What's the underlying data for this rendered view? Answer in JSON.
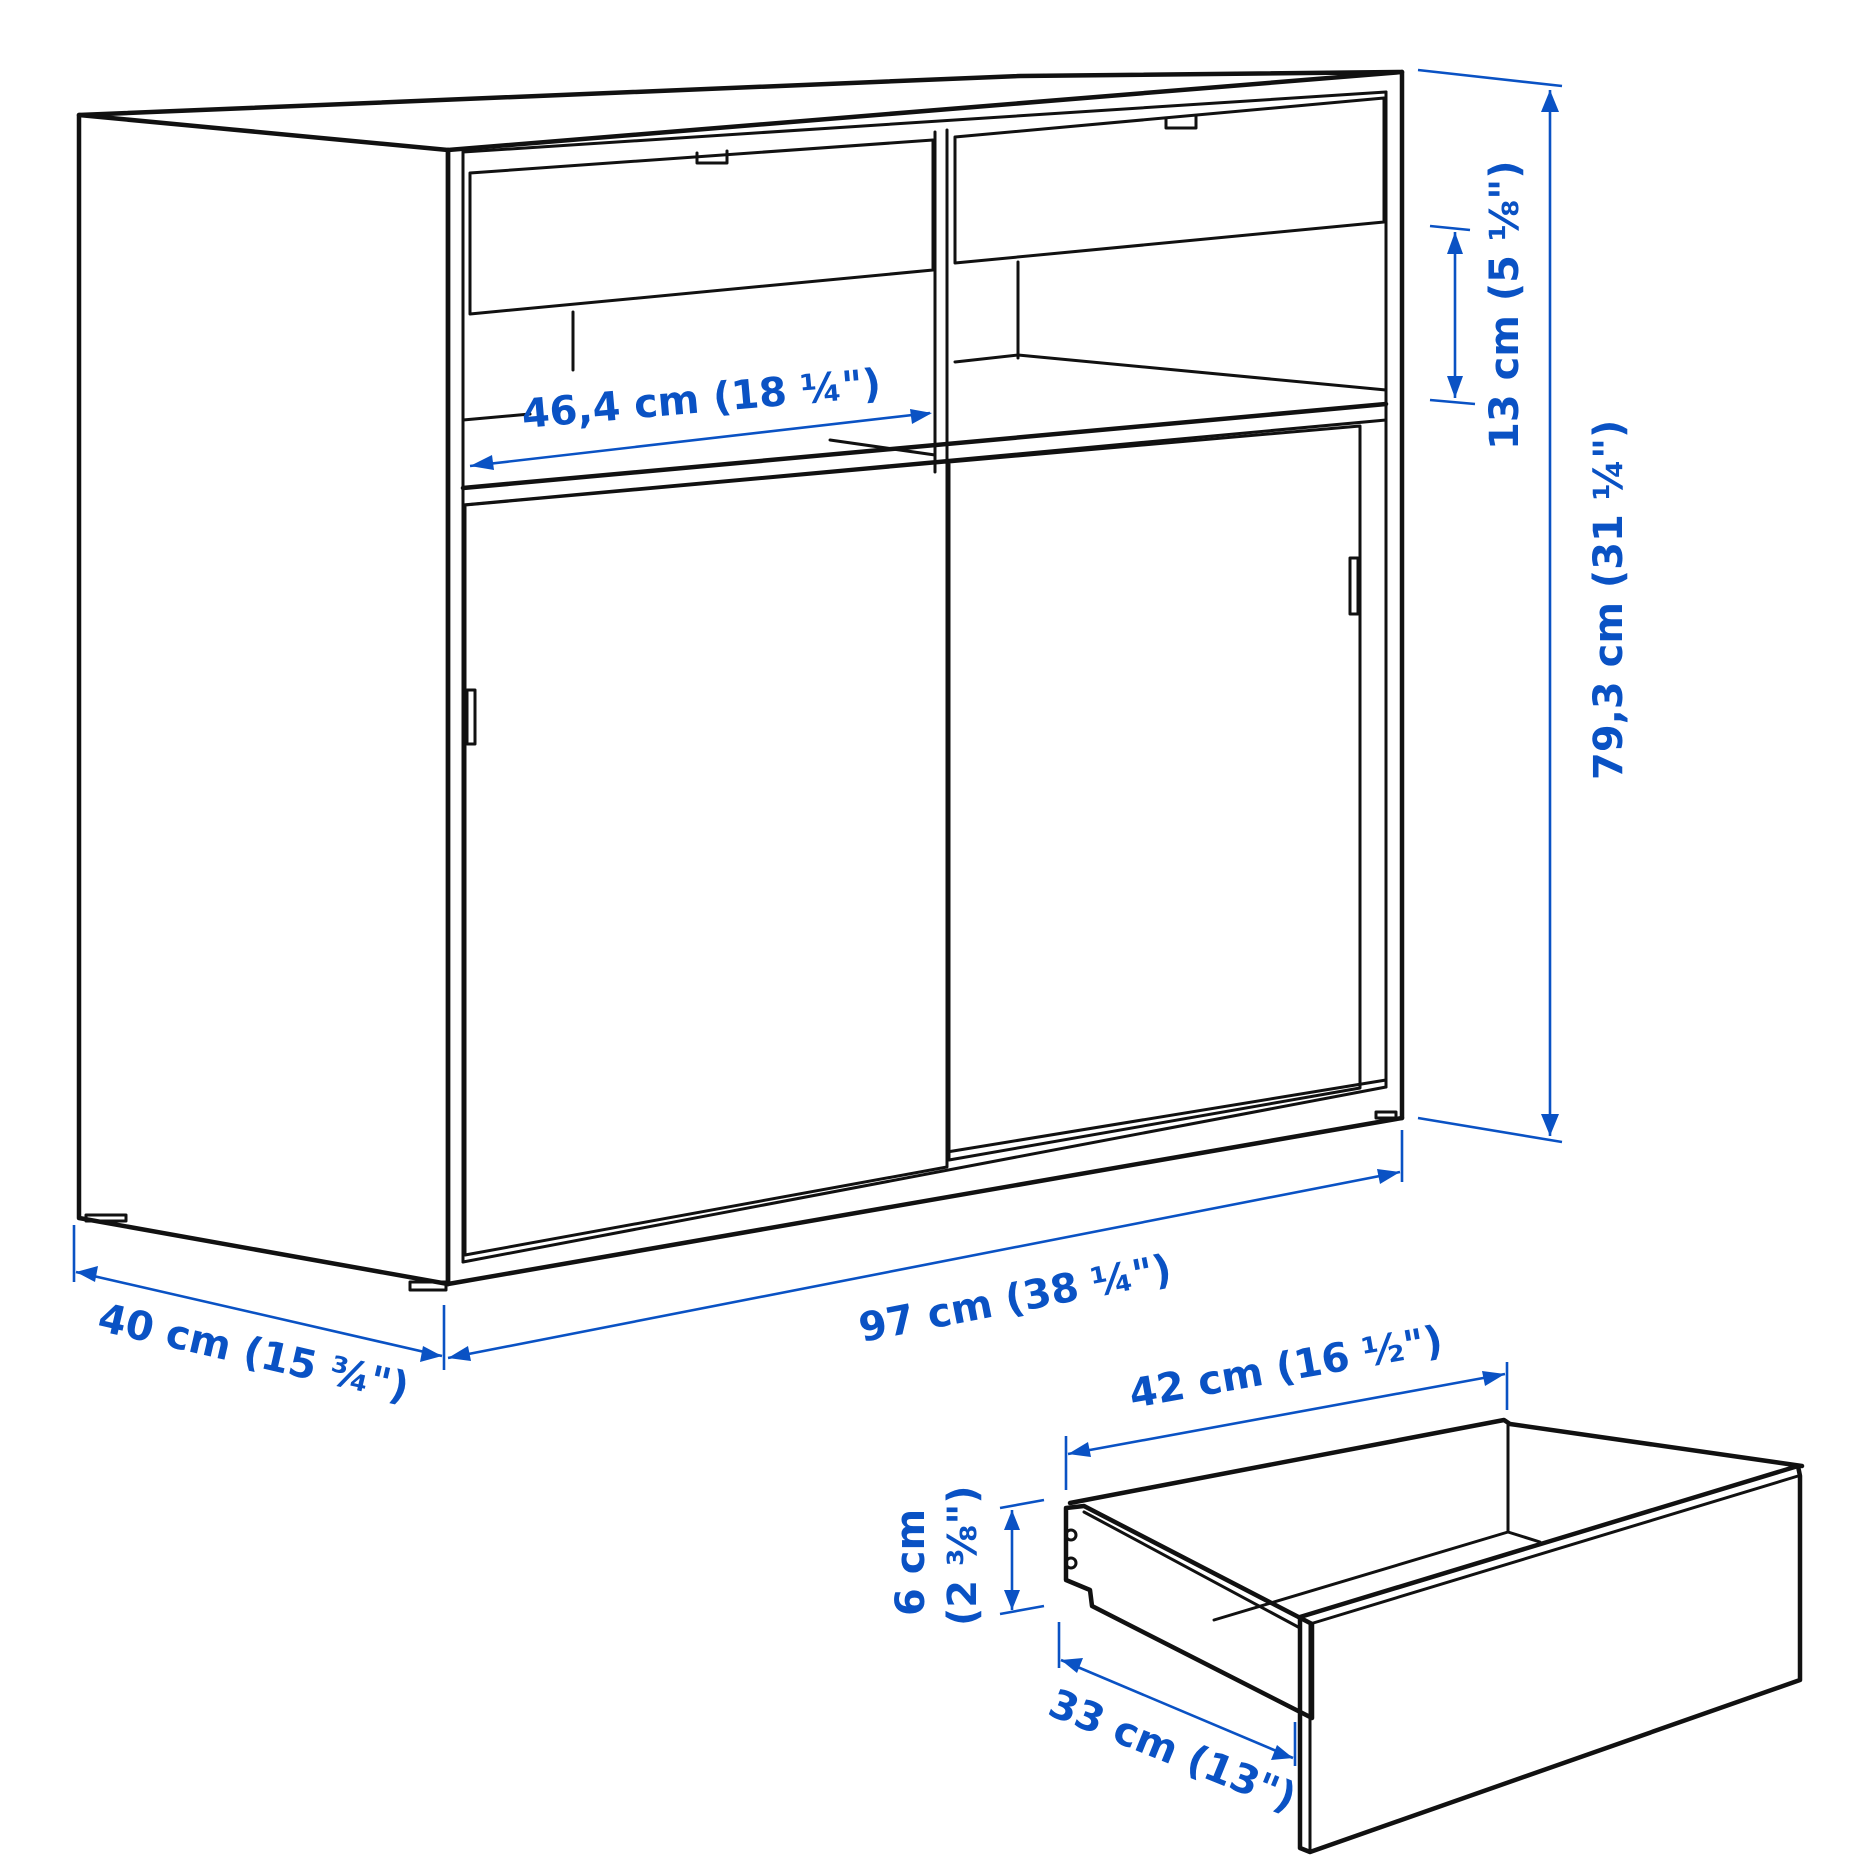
{
  "diagram": {
    "subject": "Sideboard with sliding doors and two drawers",
    "accent_color": "#0a52c4",
    "line_color": "#111111",
    "dimensions": {
      "inner_width": "46,4 cm (18 ¼\")",
      "drawer_opening_height": "13 cm (5 ⅛\")",
      "total_height": "79,3 cm (31 ¼\")",
      "total_depth": "40 cm (15 ¾\")",
      "total_width": "97 cm (38 ¼\")",
      "drawer_width": "42 cm (16 ½\")",
      "drawer_height_cm": "6 cm",
      "drawer_height_in": "(2 ⅜\")",
      "drawer_depth": "33 cm (13\")"
    }
  }
}
